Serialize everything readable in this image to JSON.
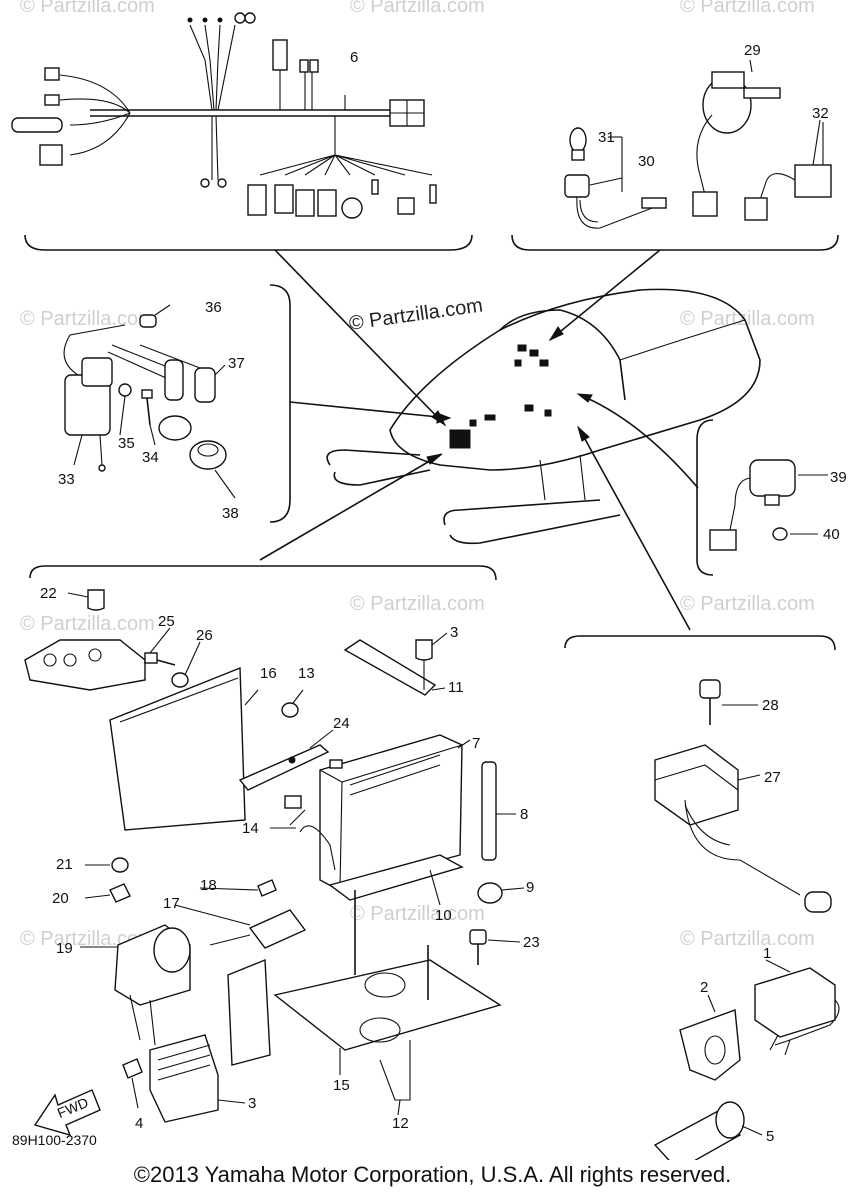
{
  "watermark": {
    "main": "© Partzilla.com",
    "faint": "© Partzilla.com"
  },
  "diagram_code": "89H100-2370",
  "fwd_label": "FWD",
  "copyright": "©2013 Yamaha Motor Corporation, U.S.A. All rights reserved.",
  "callouts": {
    "p1": "1",
    "p2": "2",
    "p3a": "3",
    "p3b": "3",
    "p4": "4",
    "p5": "5",
    "p6": "6",
    "p7": "7",
    "p8": "8",
    "p9": "9",
    "p10": "10",
    "p11": "11",
    "p12": "12",
    "p13": "13",
    "p14": "14",
    "p15": "15",
    "p16": "16",
    "p17": "17",
    "p18": "18",
    "p19": "19",
    "p20": "20",
    "p21": "21",
    "p22": "22",
    "p23": "23",
    "p24": "24",
    "p25": "25",
    "p26": "26",
    "p27": "27",
    "p28": "28",
    "p29": "29",
    "p30": "30",
    "p31": "31",
    "p32": "32",
    "p33": "33",
    "p34": "34",
    "p35": "35",
    "p36": "36",
    "p37": "37",
    "p38": "38",
    "p39": "39",
    "p40": "40"
  }
}
